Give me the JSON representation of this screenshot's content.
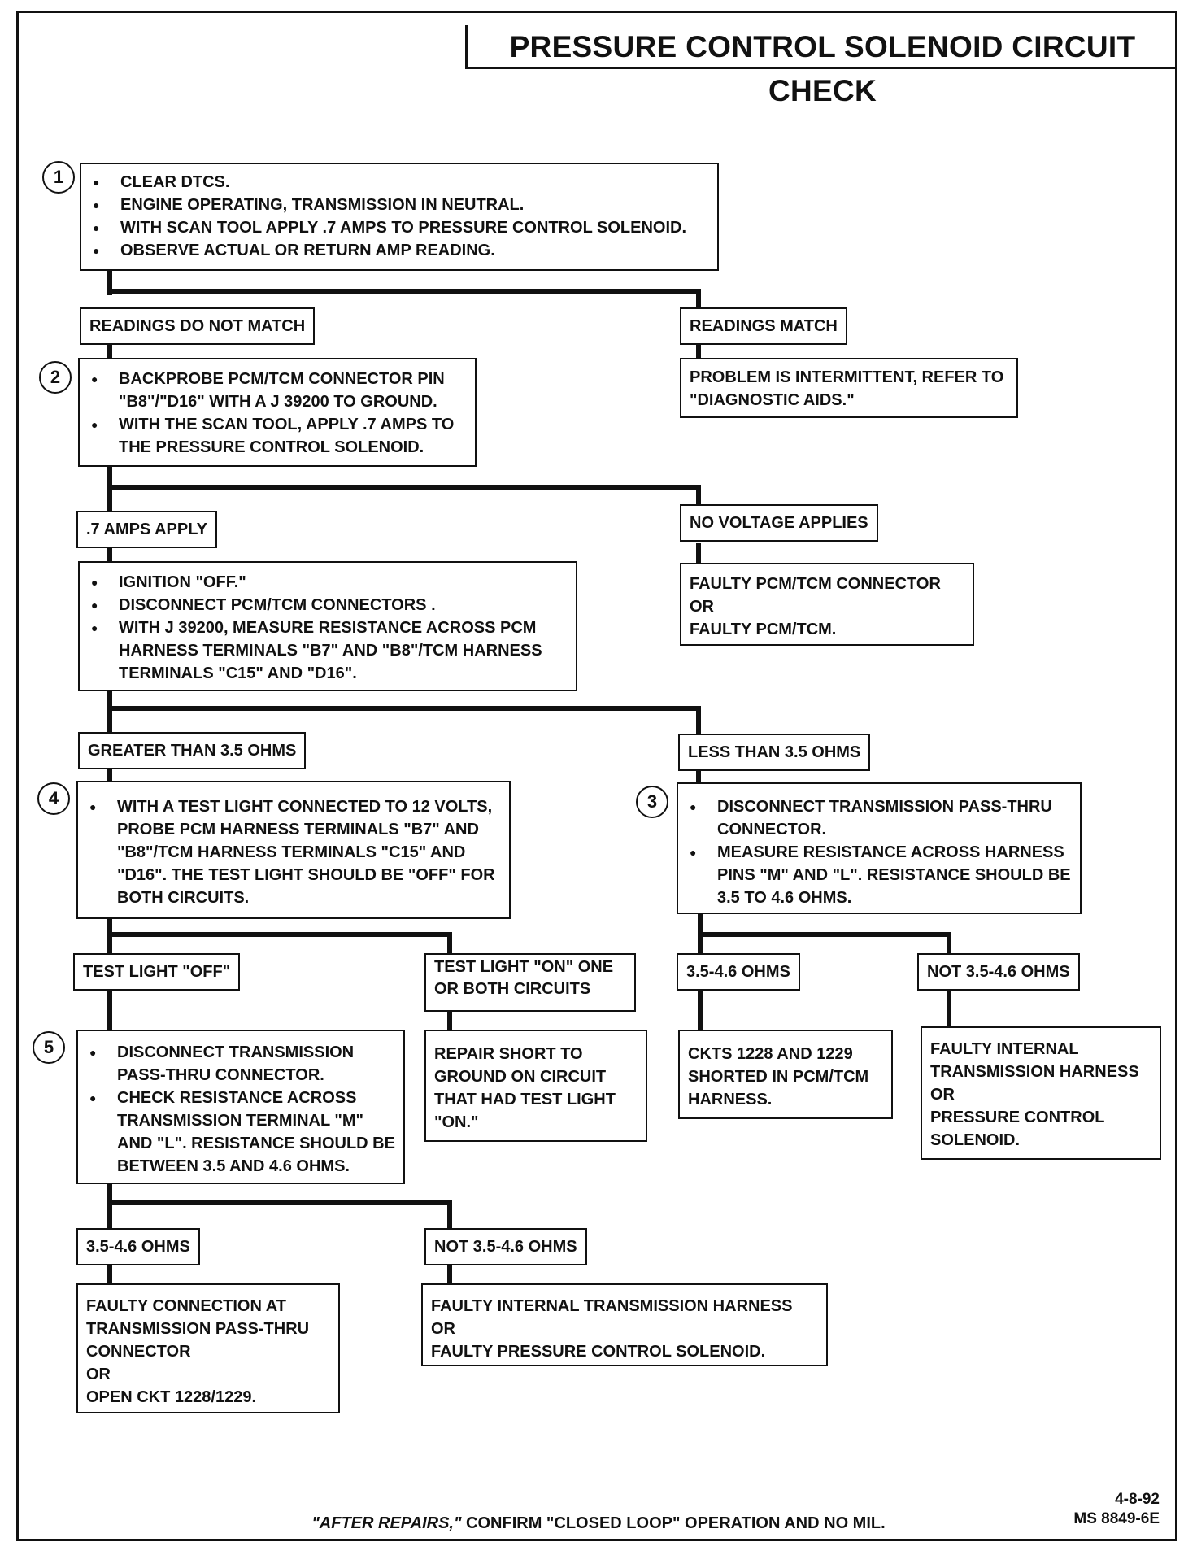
{
  "title": "PRESSURE CONTROL SOLENOID CIRCUIT CHECK",
  "steps": {
    "s1": {
      "number": "1",
      "items": [
        "CLEAR DTCs.",
        "ENGINE OPERATING, TRANSMISSION IN NEUTRAL.",
        "WITH SCAN TOOL APPLY .7 AMPS TO  PRESSURE CONTROL SOLENOID.",
        "OBSERVE ACTUAL OR RETURN AMP READING."
      ]
    },
    "s2": {
      "number": "2",
      "items": [
        "BACKPROBE PCM/TCM CONNECTOR PIN \"B8\"/\"D16\" WITH A J 39200 TO GROUND.",
        "WITH THE SCAN TOOL, APPLY .7 AMPS TO THE PRESSURE CONTROL SOLENOID."
      ]
    },
    "s_ign": {
      "items": [
        "IGNITION \"OFF.\"",
        "DISCONNECT PCM/TCM CONNECTORS .",
        "WITH J 39200, MEASURE RESISTANCE ACROSS PCM HARNESS TERMINALS \"B7\" AND \"B8\"/TCM HARNESS TERMINALS \"C15\" AND \"D16\"."
      ]
    },
    "s4": {
      "number": "4",
      "items": [
        "WITH A TEST LIGHT CONNECTED TO 12 VOLTS, PROBE PCM HARNESS TERMINALS \"B7\" AND \"B8\"/TCM HARNESS TERMINALS \"C15\" AND \"D16\".  THE TEST LIGHT SHOULD BE \"OFF\" FOR BOTH CIRCUITS."
      ]
    },
    "s3": {
      "number": "3",
      "items": [
        "DISCONNECT TRANSMISSION PASS-THRU CONNECTOR.",
        "MEASURE RESISTANCE ACROSS HARNESS PINS \"M\" AND \"L\". RESISTANCE SHOULD BE 3.5 TO 4.6 OHMS."
      ]
    },
    "s5": {
      "number": "5",
      "items": [
        "DISCONNECT TRANSMISSION PASS-THRU CONNECTOR.",
        "CHECK RESISTANCE ACROSS TRANSMISSION TERMINAL \"M\" AND \"L\".  RESISTANCE SHOULD BE BETWEEN 3.5 AND 4.6 OHMS."
      ]
    }
  },
  "labels": {
    "no_match": "READINGS DO NOT MATCH",
    "match": "READINGS MATCH",
    "amps_apply": ".7 AMPS APPLY",
    "no_voltage": "NO VOLTAGE APPLIES",
    "greater": "GREATER THAN 3.5 OHMS",
    "less": "LESS THAN 3.5 OHMS",
    "light_off": "TEST LIGHT \"OFF\"",
    "light_on": "TEST LIGHT \"ON\" ONE OR BOTH CIRCUITS",
    "ohms_ok_a": "3.5-4.6 OHMS",
    "ohms_bad_a": "NOT 3.5-4.6 OHMS",
    "ohms_ok_b": "3.5-4.6 OHMS",
    "ohms_bad_b": "NOT 3.5-4.6 OHMS"
  },
  "results": {
    "intermittent": "PROBLEM IS INTERMITTENT, REFER TO \"DIAGNOSTIC AIDS.\"",
    "faulty_pcm": [
      "FAULTY PCM/TCM CONNECTOR",
      "OR",
      "FAULTY PCM/TCM."
    ],
    "repair_short": "REPAIR SHORT TO GROUND ON CIRCUIT THAT HAD TEST LIGHT \"ON.\"",
    "ckts_shorted": "CKTs 1228 AND 1229 SHORTED IN PCM/TCM HARNESS.",
    "faulty_internal_a": [
      "FAULTY INTERNAL TRANSMISSION HARNESS",
      "OR",
      "PRESSURE CONTROL SOLENOID."
    ],
    "faulty_connection": [
      "FAULTY CONNECTION AT TRANSMISSION PASS-THRU CONNECTOR",
      "OR",
      "OPEN CKT 1228/1229."
    ],
    "faulty_internal_b": [
      "FAULTY INTERNAL TRANSMISSION HARNESS",
      "OR",
      "FAULTY PRESSURE CONTROL SOLENOID."
    ]
  },
  "footer": {
    "lead": "\"AFTER REPAIRS,\"",
    "rest": " CONFIRM \"CLOSED LOOP\" OPERATION AND NO MIL.",
    "date": "4-8-92",
    "code": "MS 8849-6E"
  }
}
